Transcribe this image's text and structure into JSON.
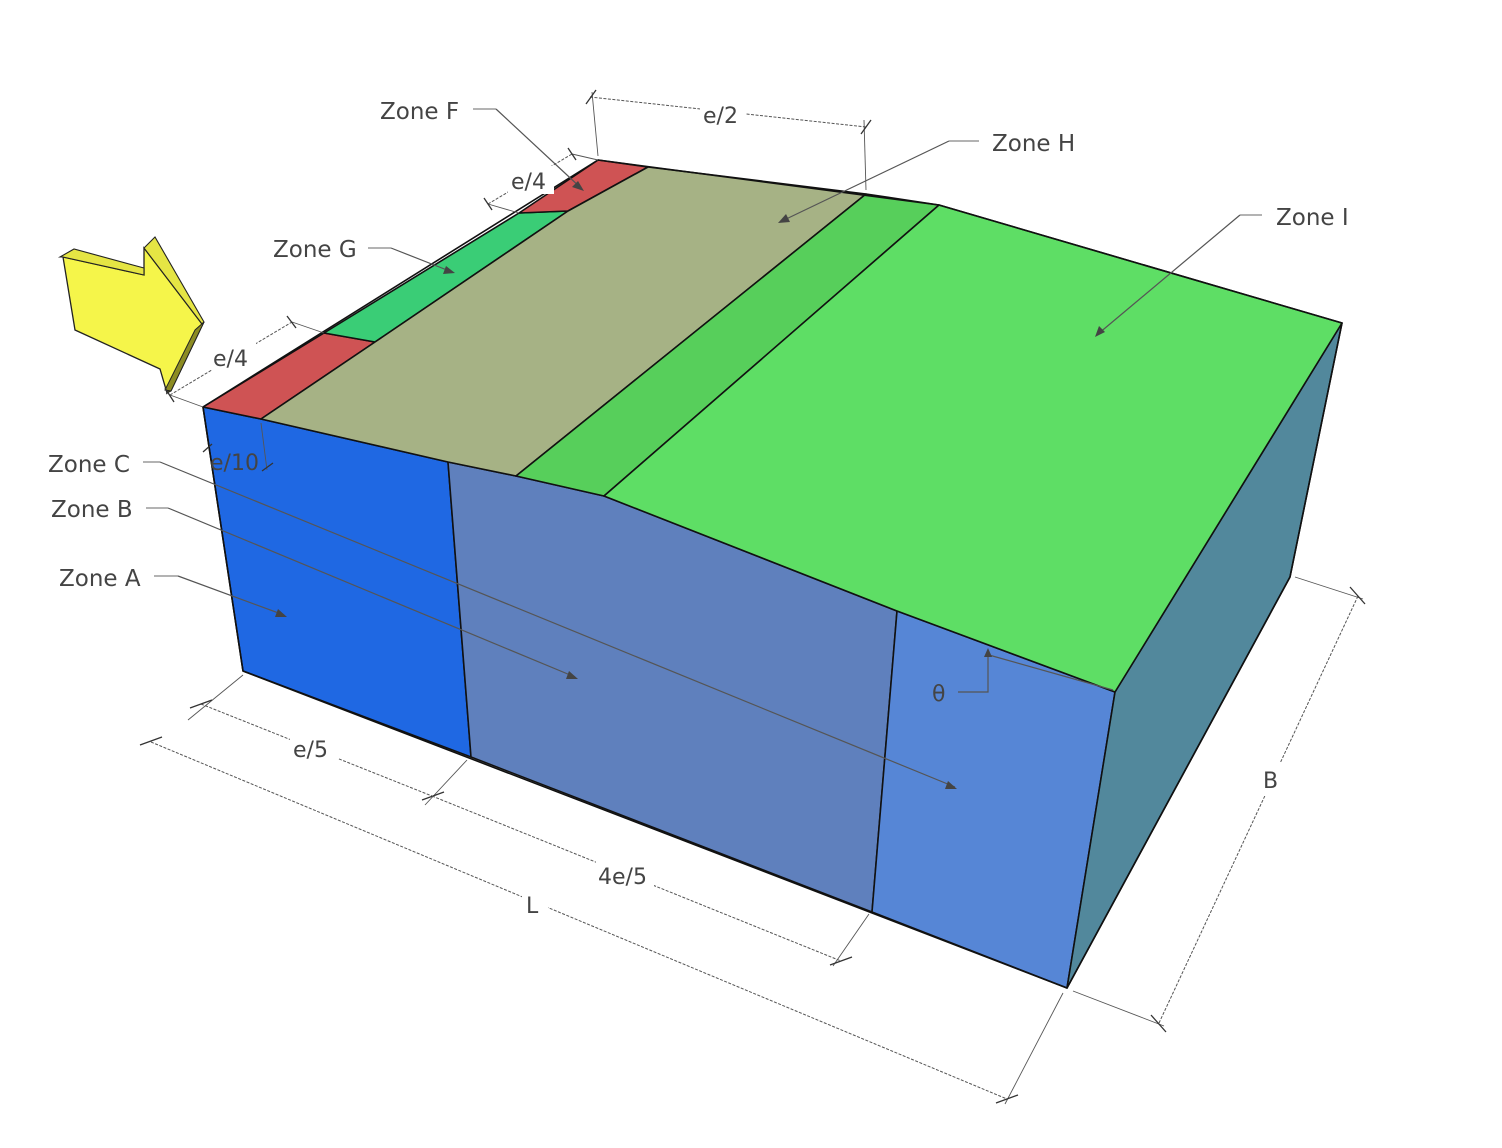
{
  "diagram": {
    "title": "Wind load zones on building with duopitch roof",
    "colors": {
      "zone_a": "#1f68e3",
      "zone_b": "#5f80bd",
      "zone_c": "#5686d6",
      "zone_f": "#cf5354",
      "zone_g": "#3acd76",
      "zone_h": "#a6b285",
      "zone_j": "#57cf5b",
      "zone_i": "#5ede65",
      "gable_side": "#52889c",
      "wind_arrow": "#f5f54a",
      "wind_arrow_side": "#e5e544",
      "wind_arrow_shadow": "#8c8c22"
    },
    "zone_labels": {
      "f": "Zone F",
      "g": "Zone G",
      "h": "Zone H",
      "i": "Zone I",
      "a": "Zone A",
      "b": "Zone B",
      "c": "Zone C"
    },
    "dimensions": {
      "e_over_4_top": "e/4",
      "e_over_4_bottom": "e/4",
      "e_over_2": "e/2",
      "e_over_10": "e/10",
      "e_over_5": "e/5",
      "four_e_over_5": "4e/5",
      "length": "L",
      "breadth": "B",
      "roof_angle": "θ"
    },
    "wind_direction_icon": "wind-arrow-icon"
  }
}
